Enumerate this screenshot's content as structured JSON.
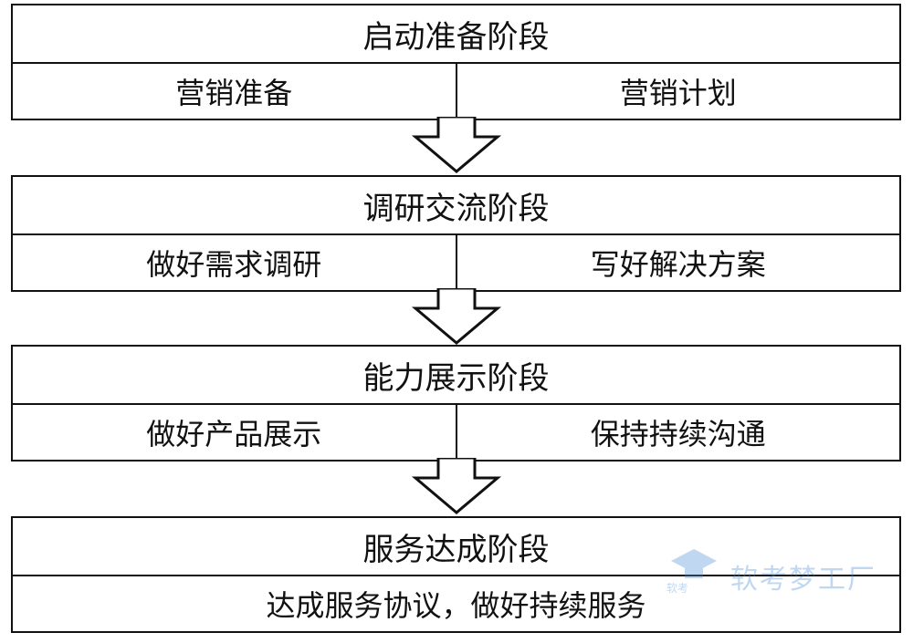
{
  "stages": [
    {
      "title": "启动准备阶段",
      "left": "营销准备",
      "right": "营销计划"
    },
    {
      "title": "调研交流阶段",
      "left": "做好需求调研",
      "right": "写好解决方案"
    },
    {
      "title": "能力展示阶段",
      "left": "做好产品展示",
      "right": "保持持续沟通"
    },
    {
      "title": "服务达成阶段",
      "full": "达成服务协议，做好持续服务"
    }
  ],
  "watermark": {
    "text": "软考梦工厂",
    "small": "软考"
  },
  "icons": {
    "arrow": "down-arrow-icon",
    "logo": "logo-icon"
  }
}
